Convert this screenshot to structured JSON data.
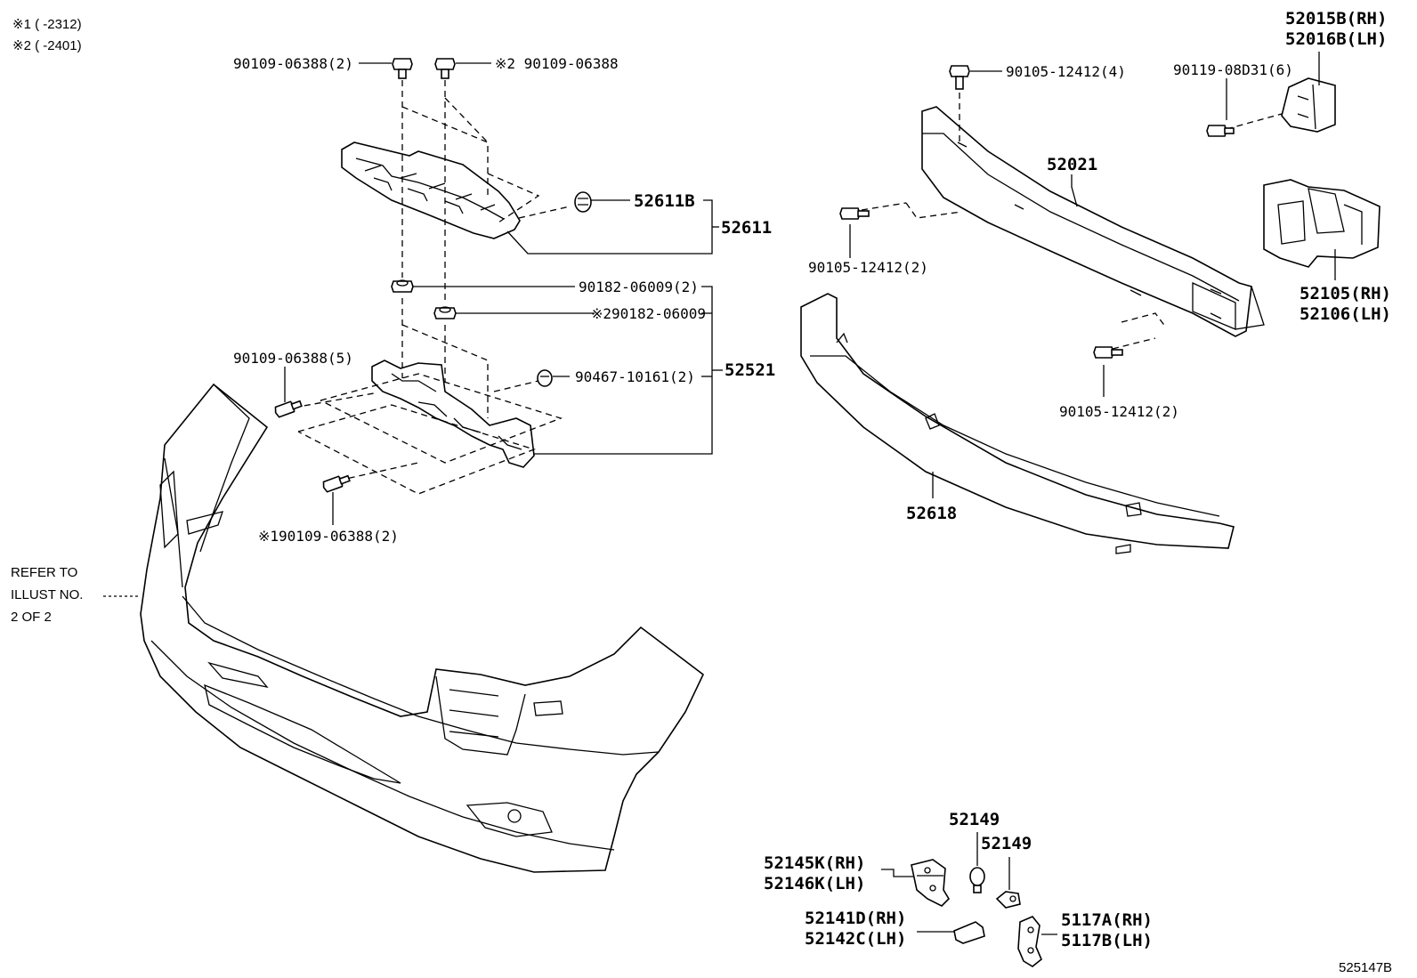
{
  "notes": {
    "note1": "※1 (      -2312)",
    "note2": "※2 (      -2401)"
  },
  "labels": {
    "bolt_top_left": "90109-06388(2)",
    "bolt_top_right": "※2 90109-06388",
    "clip_52611b": "52611B",
    "assy_52611": "52611",
    "nut_90182_a": "90182-06009(2)",
    "nut_90182_b": "※290182-06009",
    "bolt_mid_left": "90109-06388(5)",
    "clip_90467": "90467-10161(2)",
    "assy_52521": "52521",
    "bolt_lower": "※190109-06388(2)",
    "refer_to_line1": "REFER TO",
    "refer_to_line2": "ILLUST NO.",
    "refer_to_line3": "2 OF 2",
    "bolt_reinf_top": "90105-12412(4)",
    "bolt_reinf_left": "90105-12412(2)",
    "bolt_reinf_right": "90105-12412(2)",
    "reinforcement": "52021",
    "absorber": "52618",
    "bolt_90119": "90119-08D31(6)",
    "bracket_rh": "52015B(RH)",
    "bracket_lh": "52016B(LH)",
    "ext_rh": "52105(RH)",
    "ext_lh": "52106(LH)",
    "clip_52149_a": "52149",
    "clip_52149_b": "52149",
    "retainer_rh": "52145K(RH)",
    "retainer_lh": "52146K(LH)",
    "brace_rh": "52141D(RH)",
    "brace_lh": "52142C(LH)",
    "seal_rh": "5117A(RH)",
    "seal_lh": "5117B(LH)",
    "illustration_code": "525147B"
  },
  "icons": [
    "bolt-icon",
    "nut-icon",
    "clip-icon",
    "bracket-icon"
  ]
}
